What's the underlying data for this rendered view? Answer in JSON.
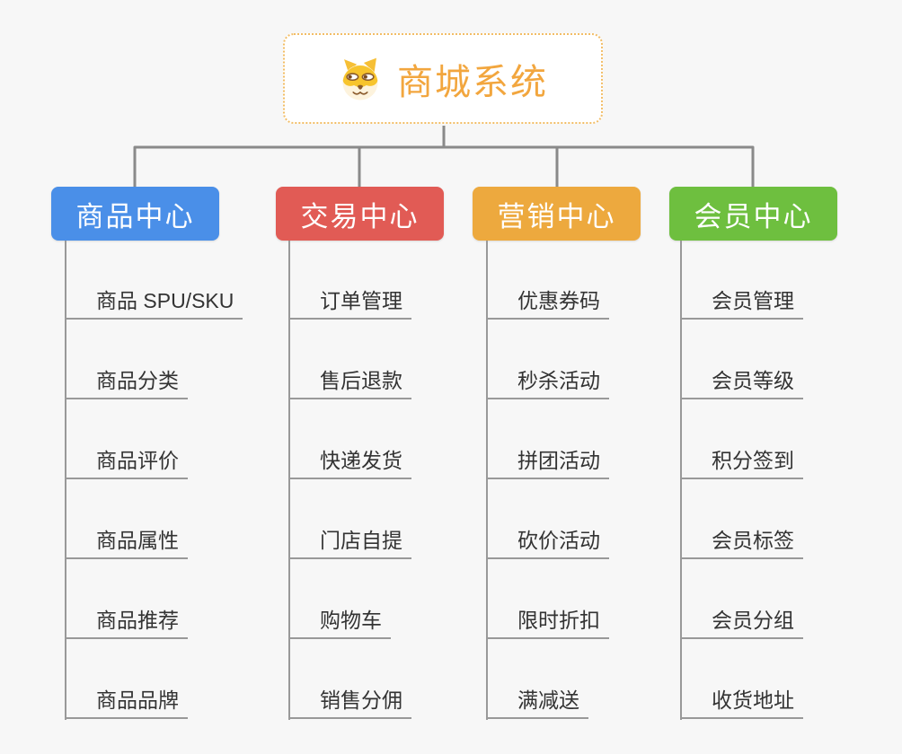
{
  "page": {
    "background_color": "#f7f7f7",
    "connector_color": "#8a8a8a",
    "leaf_line_color": "#999999",
    "leaf_text_color": "#333333"
  },
  "root": {
    "title": "商城系统",
    "title_color": "#f2a63e",
    "border_color": "#f2bd66",
    "icon": "dog-face-icon"
  },
  "branches": [
    {
      "label": "商品中心",
      "color": "#4a8fe8",
      "children": [
        "商品 SPU/SKU",
        "商品分类",
        "商品评价",
        "商品属性",
        "商品推荐",
        "商品品牌"
      ]
    },
    {
      "label": "交易中心",
      "color": "#e15b55",
      "children": [
        "订单管理",
        "售后退款",
        "快递发货",
        "门店自提",
        "购物车",
        "销售分佣"
      ]
    },
    {
      "label": "营销中心",
      "color": "#eda93e",
      "children": [
        "优惠券码",
        "秒杀活动",
        "拼团活动",
        "砍价活动",
        "限时折扣",
        "满减送"
      ]
    },
    {
      "label": "会员中心",
      "color": "#6ebf3f",
      "children": [
        "会员管理",
        "会员等级",
        "积分签到",
        "会员标签",
        "会员分组",
        "收货地址"
      ]
    }
  ]
}
